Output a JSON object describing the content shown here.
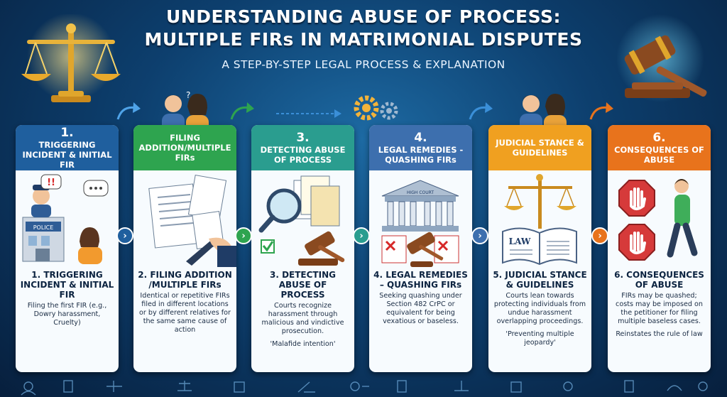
{
  "header": {
    "title_line1": "UNDERSTANDING ABUSE OF PROCESS:",
    "title_line2": "MULTIPLE FIRs IN MATRIMONIAL DISPUTES",
    "subtitle": "A STEP-BY-STEP LEGAL PROCESS & EXPLANATION"
  },
  "colors": {
    "step1": "#1f5f9e",
    "step2": "#2ea44f",
    "step3": "#2a9d8f",
    "step4": "#3d6fae",
    "step5": "#f0a020",
    "step6": "#e8731c"
  },
  "steps": [
    {
      "num": "1.",
      "title": "TRIGGERING INCIDENT & INITIAL FIR",
      "subtitle": "1. TRIGGERING INCIDENT &  INITIAL FIR",
      "desc": "Filing the first FIR (e.g., Dowry harassment, Cruelty)",
      "note": "",
      "illus_label": "POLICE"
    },
    {
      "num": "",
      "title": "FILING ADDITION/MULTIPLE FIRs",
      "subtitle": "2. FILING ADDITION /MULTIPLE FIRs",
      "desc": "Identical or repetitive FIRs filed in different locations or by different relatives for the same same cause of action",
      "note": ""
    },
    {
      "num": "3.",
      "title": "DETECTING ABUSE OF PROCESS",
      "subtitle": "3. DETECTING ABUSE OF PROCESS",
      "desc": "Courts recognize harassment through malicious and vindictive prosecution.",
      "note": "'Malafide intention'"
    },
    {
      "num": "4.",
      "title": "LEGAL REMEDIES - QUASHING FIRs",
      "subtitle": "4. LEGAL REMEDIES – QUASHING FIRs",
      "desc": "Seeking quashing under Section 482 CrPC or equivalent for being vexatious or baseless.",
      "note": "",
      "illus_label": "HIGH COURT"
    },
    {
      "num": "",
      "title": "JUDICIAL STANCE & GUIDELINES",
      "subtitle": "5. JUDICIAL STANCE & GUIDELINES",
      "desc": "Courts lean towards protecting individuals from undue harassment overlapping proceedings.",
      "note": "'Preventing multiple jeopardy'",
      "illus_label": "LAW"
    },
    {
      "num": "6.",
      "title": "CONSEQUENCES OF ABUSE",
      "subtitle": "6. CONSEQUENCES OF ABUSE",
      "desc": "FIRs may be quashed; costs may be imposed on the petitioner for filing multiple baseless cases.",
      "note": "Reinstates the rule of law"
    }
  ],
  "icons": {
    "top_left": "scales-icon",
    "top_right": "gavel-icon",
    "next": "chevron-right-icon"
  },
  "next_glyph": "›"
}
